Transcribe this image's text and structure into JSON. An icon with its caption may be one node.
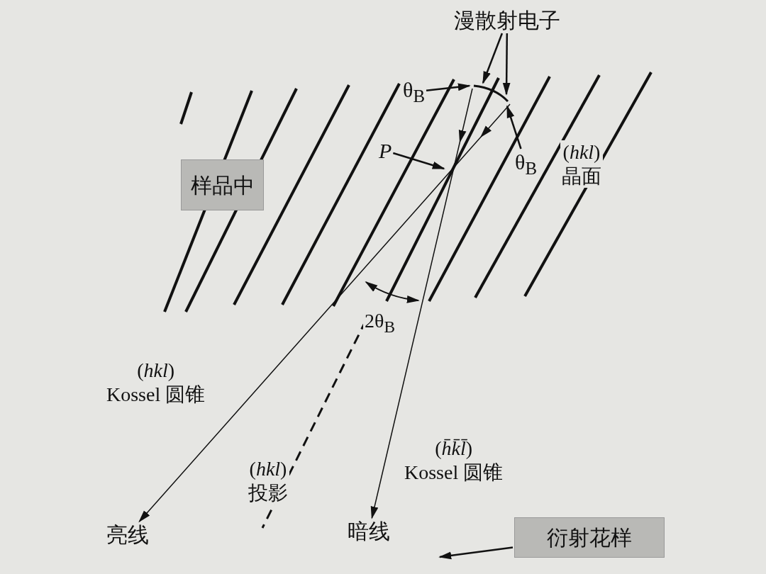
{
  "diagram": {
    "nodes": [
      {
        "text": [
          "样品中"
        ]
      },
      {
        "text": [
          "漫散射电子"
        ]
      },
      {
        "text": [
          "θ$_{B}$"
        ]
      },
      {
        "text": [
          "θ$_{B}$"
        ]
      },
      {
        "text": [
          "*P*"
        ]
      },
      {
        "text": [
          "亮线"
        ]
      },
      {
        "text": [
          "暗线"
        ]
      },
      {
        "text": [
          "衍射花样"
        ]
      },
      {
        "text": [],
        "shape": "arc"
      }
    ],
    "edges": [
      {
        "from": 1,
        "to": 8,
        "arrow": "to"
      },
      {
        "from": 1,
        "to": 8,
        "arrow": "to"
      },
      {
        "from": 2,
        "to": 8,
        "arrow": "to"
      },
      {
        "from": 3,
        "to": 8,
        "arrow": "to"
      },
      {
        "from": 4,
        "to": null,
        "arrow": "to"
      },
      {
        "from": 8,
        "to": 5,
        "arrow": "to"
      },
      {
        "from": 8,
        "to": 6,
        "arrow": "to"
      },
      {
        "from": 7,
        "to": null,
        "arrow": "to"
      }
    ],
    "labels": [
      "(*hkl*) 晶面",
      "2θ$_{B}$",
      "(*hkl*) Kossel 圆锥",
      "(*hkl*) 投影",
      "(*h̄k̄l̄*) Kossel 圆锥"
    ]
  }
}
